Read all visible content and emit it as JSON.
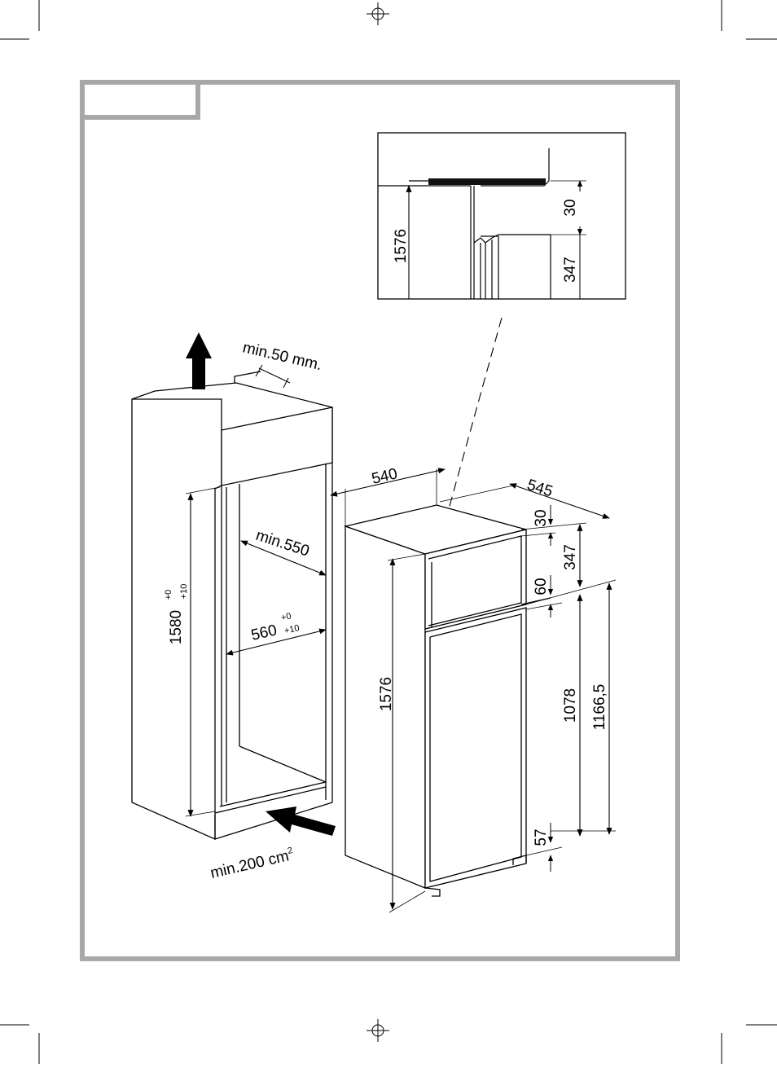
{
  "diagram": {
    "ventilation_top": "min.50 mm.",
    "ventilation_bottom": "min.200 cm",
    "ventilation_bottom_sup": "2",
    "niche": {
      "height": "1580",
      "height_tol_upper": "+0",
      "height_tol_lower": "+10",
      "depth_min": "min.550",
      "width": "560",
      "width_tol_upper": "+0",
      "width_tol_lower": "+10"
    },
    "appliance": {
      "width": "540",
      "depth": "545",
      "height": "1576",
      "dim_30": "30",
      "dim_347": "347",
      "dim_60": "60",
      "dim_1078": "1078",
      "dim_1166_5": "1166,5",
      "dim_57": "57"
    },
    "detail": {
      "height": "1576",
      "dim_30": "30",
      "dim_347": "347"
    }
  }
}
